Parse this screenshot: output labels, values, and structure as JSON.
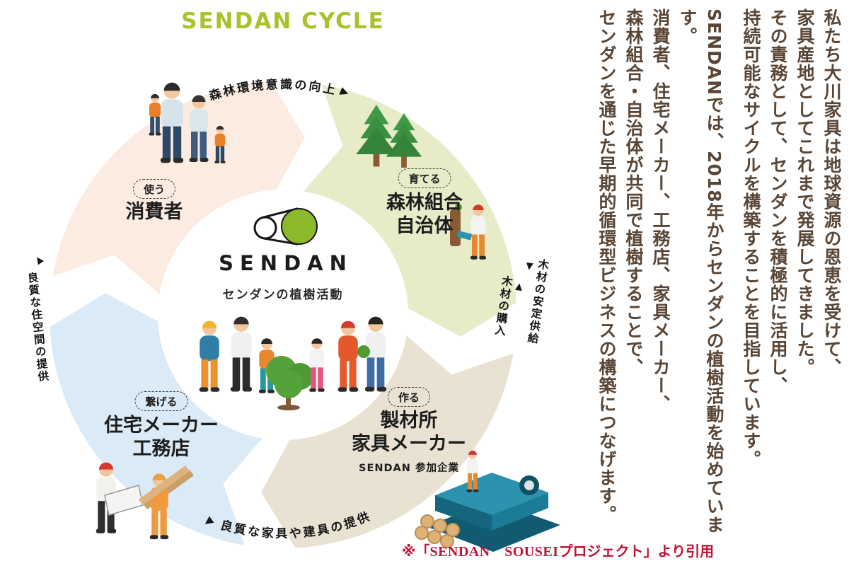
{
  "title": "SENDAN CYCLE",
  "center": {
    "brand": "SENDAN",
    "subtitle": "センダンの植樹活動"
  },
  "quadrants": [
    {
      "id": "consumer",
      "action": "使う",
      "name_lines": [
        "消費者"
      ],
      "color": "#fcebe1"
    },
    {
      "id": "forest",
      "action": "育てる",
      "name_lines": [
        "森林組合",
        "自治体"
      ],
      "color": "#e7ebc8"
    },
    {
      "id": "maker",
      "action": "作る",
      "name_lines": [
        "製材所",
        "家具メーカー"
      ],
      "note": "SENDAN 参加企業",
      "color": "#e9e2d2"
    },
    {
      "id": "housing",
      "action": "繋げる",
      "name_lines": [
        "住宅メーカー",
        "工務店"
      ],
      "color": "#daeaf6"
    }
  ],
  "flows": {
    "top": "森林環境意識の向上",
    "right_supply": "木材の安定供給",
    "right_purchase": "木材の購入",
    "bottom": "良質な家具や建具の提供",
    "left": "良質な住空間の提供"
  },
  "paragraphs": [
    {
      "lines": [
        "私たち大川家具は地球資源の恩恵を受けて、",
        "家具産地としてこれまで発展してきました。",
        "その責務として、センダンを積極的に活用し、",
        "持続可能なサイクルを構築することを目指しています。"
      ]
    },
    {
      "lines": [
        "SENDANでは、2018年からセンダンの植樹活動を始めています。",
        "消費者、住宅メーカー、工務店、家具メーカー、",
        "森林組合・自治体が共同で植樹することで、",
        "センダンを通じた早期的循環型ビジネスの構築につなげます。"
      ]
    }
  ],
  "citation": {
    "prefix": "※「",
    "latin": "SENDAN　SOUSEI",
    "suffix": "プロジェクト」より引用"
  },
  "icons": {
    "arrow_right": "▶",
    "arrow_left": "◀",
    "arrow_up": "▲",
    "arrow_down": "▼"
  },
  "colors": {
    "title_green": "#a8c32a",
    "body_text_brown": "#5a4636",
    "citation_red": "#c41034",
    "logo_green": "#8cb82b",
    "ring_consumer": "#fcebe1",
    "ring_forest": "#e7ebc8",
    "ring_maker": "#e9e2d2",
    "ring_housing": "#daeaf6"
  }
}
